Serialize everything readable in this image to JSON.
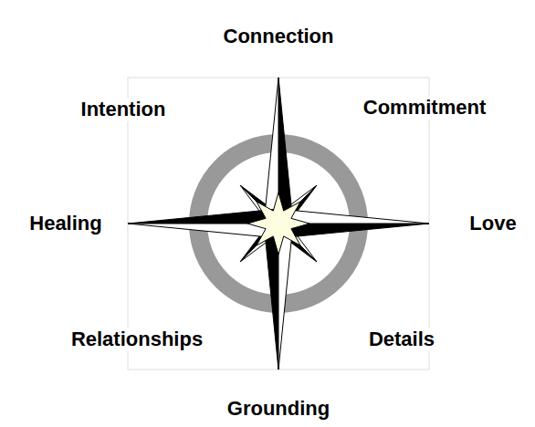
{
  "diagram": {
    "labels": [
      "Connection",
      "Intention",
      "Commitment",
      "Healing",
      "Love",
      "Relationships",
      "Details",
      "Grounding"
    ]
  }
}
